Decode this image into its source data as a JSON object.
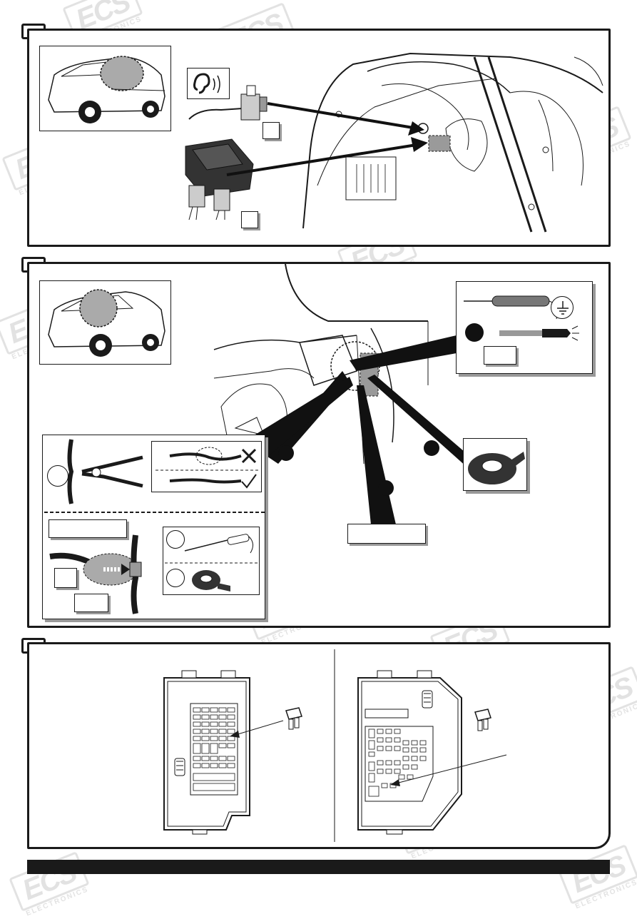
{
  "watermark": {
    "logo_text": "ECS",
    "sub_text": "ELECTRONICS"
  },
  "colors": {
    "line": "#1a1a1a",
    "watermark": "#d9d9d9",
    "shadow": "#999999",
    "highlight": "#9a9a9a"
  },
  "steps": [
    {
      "id": "step-1",
      "icons": [
        "car-rear-icon",
        "ear-icon",
        "buzzer-icon",
        "control-module-icon"
      ]
    },
    {
      "id": "step-2",
      "icons": [
        "car-rear-icon",
        "test-probe-icon",
        "ground-icon",
        "car-light-icon",
        "crimp-tool-icon",
        "cross-icon",
        "check-icon",
        "screwdriver-icon",
        "insulation-tape-icon"
      ]
    },
    {
      "id": "step-3",
      "icons": [
        "fuse-box-icon",
        "fuse-icon",
        "fuse-box-icon",
        "fuse-icon"
      ]
    }
  ]
}
